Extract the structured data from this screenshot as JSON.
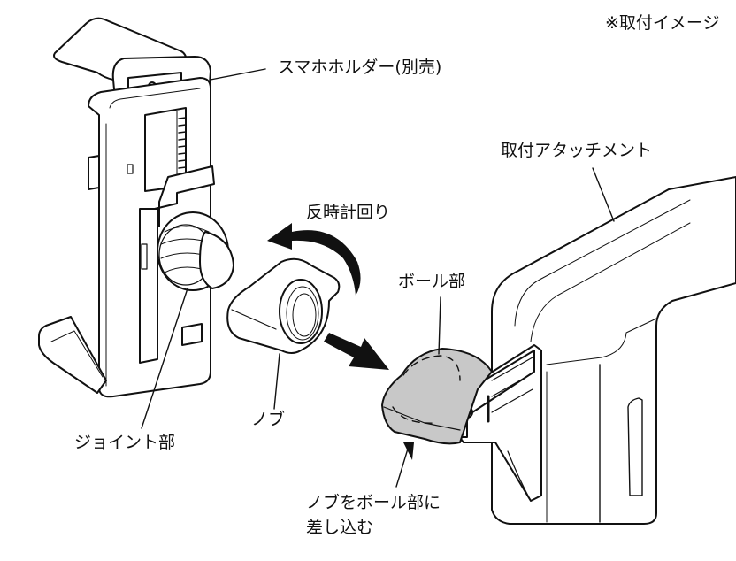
{
  "diagram": {
    "caption_note": "※取付イメージ",
    "labels": {
      "phone_holder": "スマホホルダー(別売)",
      "mount_attachment": "取付アタッチメント",
      "rotation_direction": "反時計回り",
      "ball_part": "ボール部",
      "joint_part": "ジョイント部",
      "knob": "ノブ",
      "instruction_line1": "ノブをボール部に",
      "instruction_line2": "差し込む"
    },
    "colors": {
      "line": "#111111",
      "fill": "#ffffff",
      "highlight_fill": "#c8c8c8"
    }
  }
}
